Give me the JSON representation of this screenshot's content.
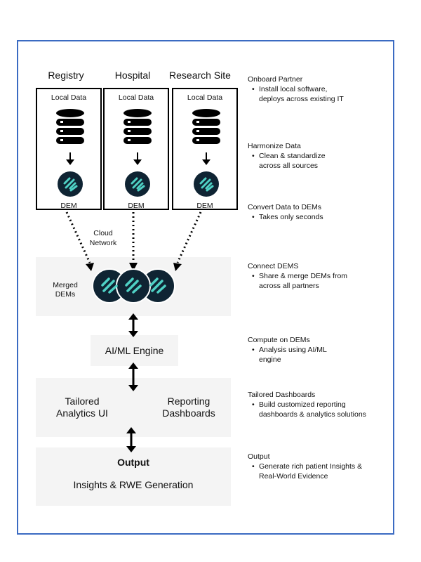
{
  "sites": [
    {
      "title": "Registry",
      "local_label": "Local Data",
      "dem_label": "DEM"
    },
    {
      "title": "Hospital",
      "local_label": "Local Data",
      "dem_label": "DEM"
    },
    {
      "title": "Research Site",
      "local_label": "Local Data",
      "dem_label": "DEM"
    }
  ],
  "cloud_label": "Cloud\nNetwork",
  "merged_label": "Merged\nDEMs",
  "engine_label": "AI/ML Engine",
  "tailored_ui_label": "Tailored\nAnalytics UI",
  "reporting_label": "Reporting\nDashboards",
  "output_title": "Output",
  "output_label": "Insights & RWE Generation",
  "steps": [
    {
      "title": "Onboard Partner",
      "bullet": "Install local software,\ndeploys across existing IT"
    },
    {
      "title": "Harmonize Data",
      "bullet": "Clean & standardize\nacross all sources"
    },
    {
      "title": "Convert Data to DEMs",
      "bullet": "Takes only seconds"
    },
    {
      "title": "Connect DEMS",
      "bullet": "Share & merge DEMs from\nacross all partners"
    },
    {
      "title": "Compute on DEMs",
      "bullet": "Analysis using AI/ML\nengine"
    },
    {
      "title": "Tailored Dashboards",
      "bullet": "Build customized reporting\ndashboards & analytics solutions"
    },
    {
      "title": "Output",
      "bullet": "Generate rich patient Insights &\nReal-World Evidence"
    }
  ],
  "colors": {
    "border": "#3b6bc2",
    "dem_bg": "#0f2433",
    "dem_accent": "#4fd1c5",
    "panel": "#f4f4f4"
  },
  "icons": [
    "database-icon",
    "dem-icon",
    "arrow-icon"
  ]
}
